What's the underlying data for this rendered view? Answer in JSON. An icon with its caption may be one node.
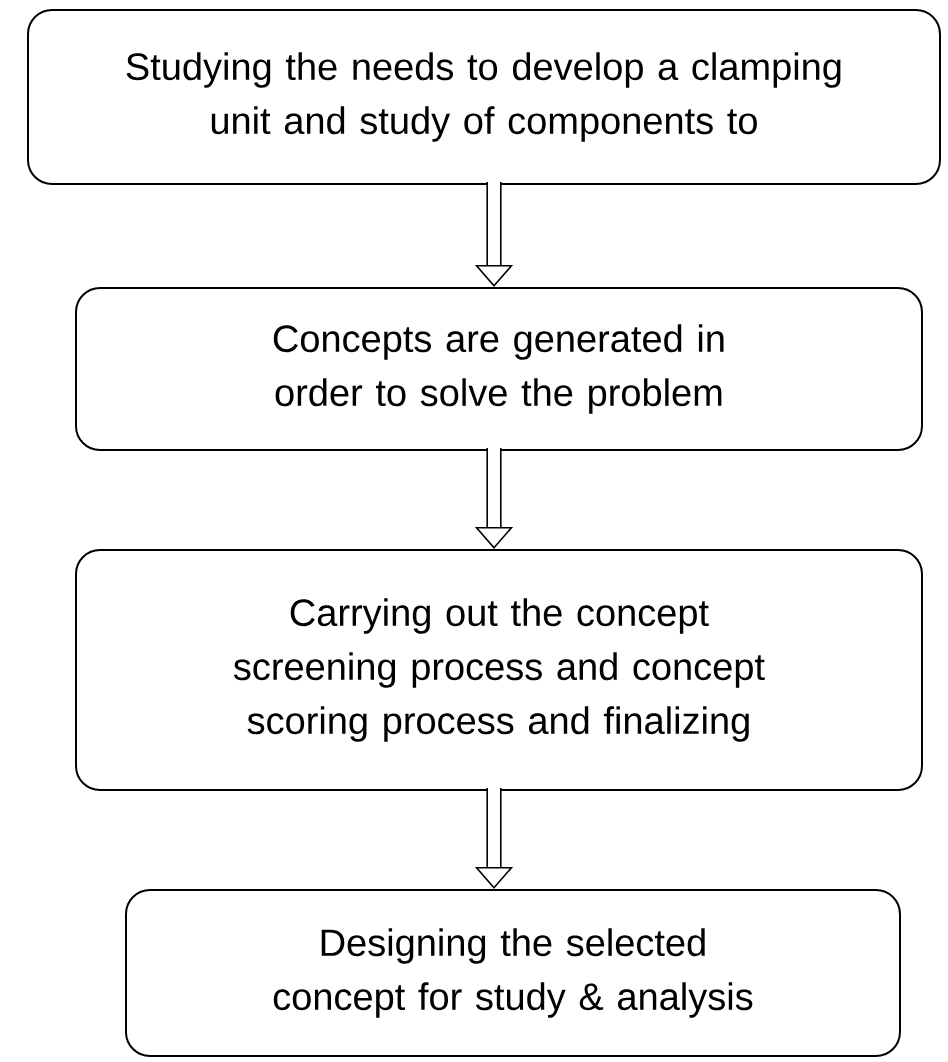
{
  "diagram": {
    "nodes": [
      {
        "text": [
          "Studying the needs to develop a clamping unit and study of components to"
        ]
      },
      {
        "text": [
          "Concepts are generated in order to solve the problem"
        ]
      },
      {
        "text": [
          "Carrying out the concept screening process and concept scoring process and finalizing"
        ]
      },
      {
        "text": [
          "Designing the selected concept for study & analysis"
        ]
      }
    ],
    "edges": [
      {
        "from": 0,
        "to": 1,
        "arrow": "to"
      },
      {
        "from": 1,
        "to": 2,
        "arrow": "to"
      },
      {
        "from": 2,
        "to": 3,
        "arrow": "to"
      }
    ]
  }
}
